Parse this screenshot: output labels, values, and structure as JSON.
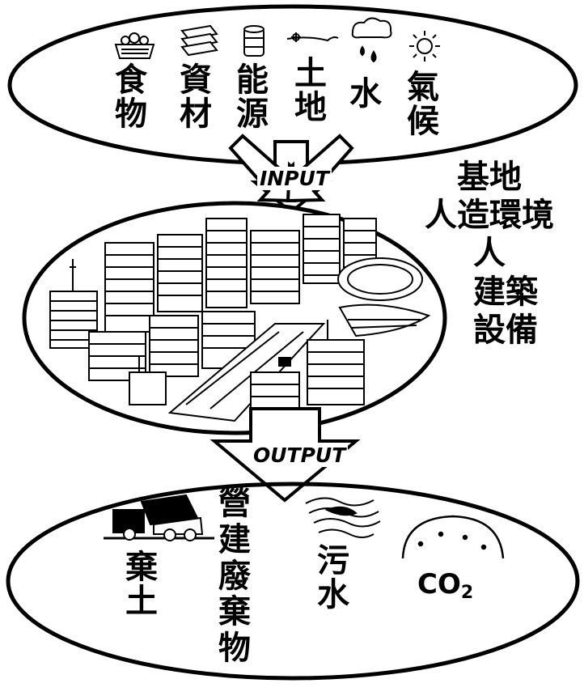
{
  "input_ellipse": {
    "items": [
      {
        "id": "food",
        "chars": [
          "食",
          "物"
        ],
        "icon": "food-basket-icon"
      },
      {
        "id": "materials",
        "chars": [
          "資",
          "材"
        ],
        "icon": "materials-stack-icon"
      },
      {
        "id": "energy",
        "chars": [
          "能",
          "源"
        ],
        "icon": "energy-barrel-icon"
      },
      {
        "id": "land",
        "chars": [
          "土",
          "地"
        ],
        "icon": "land-plant-icon"
      },
      {
        "id": "water",
        "chars": [
          "水"
        ],
        "icon": "water-cloud-icon"
      },
      {
        "id": "climate",
        "chars": [
          "氣",
          "候"
        ],
        "icon": "sun-icon"
      }
    ]
  },
  "input_label": "INPUT",
  "output_label": "OUTPUT",
  "middle": {
    "side_label_lines": [
      "基地",
      "人造環境",
      "人",
      "建築",
      "設備"
    ],
    "illustration": "city-skyline-illustration"
  },
  "output_ellipse": {
    "items": [
      {
        "id": "waste-soil",
        "chars": [
          "棄",
          "土"
        ],
        "icon": "dump-truck-icon"
      },
      {
        "id": "construction-waste",
        "chars": [
          "營",
          "建",
          "廢",
          "棄",
          "物"
        ]
      },
      {
        "id": "sewage",
        "chars": [
          "污",
          "水"
        ],
        "icon": "sewage-wave-icon"
      },
      {
        "id": "co2",
        "text_main": "CO",
        "text_sub": "2",
        "icon": "atmosphere-dome-icon"
      }
    ]
  }
}
